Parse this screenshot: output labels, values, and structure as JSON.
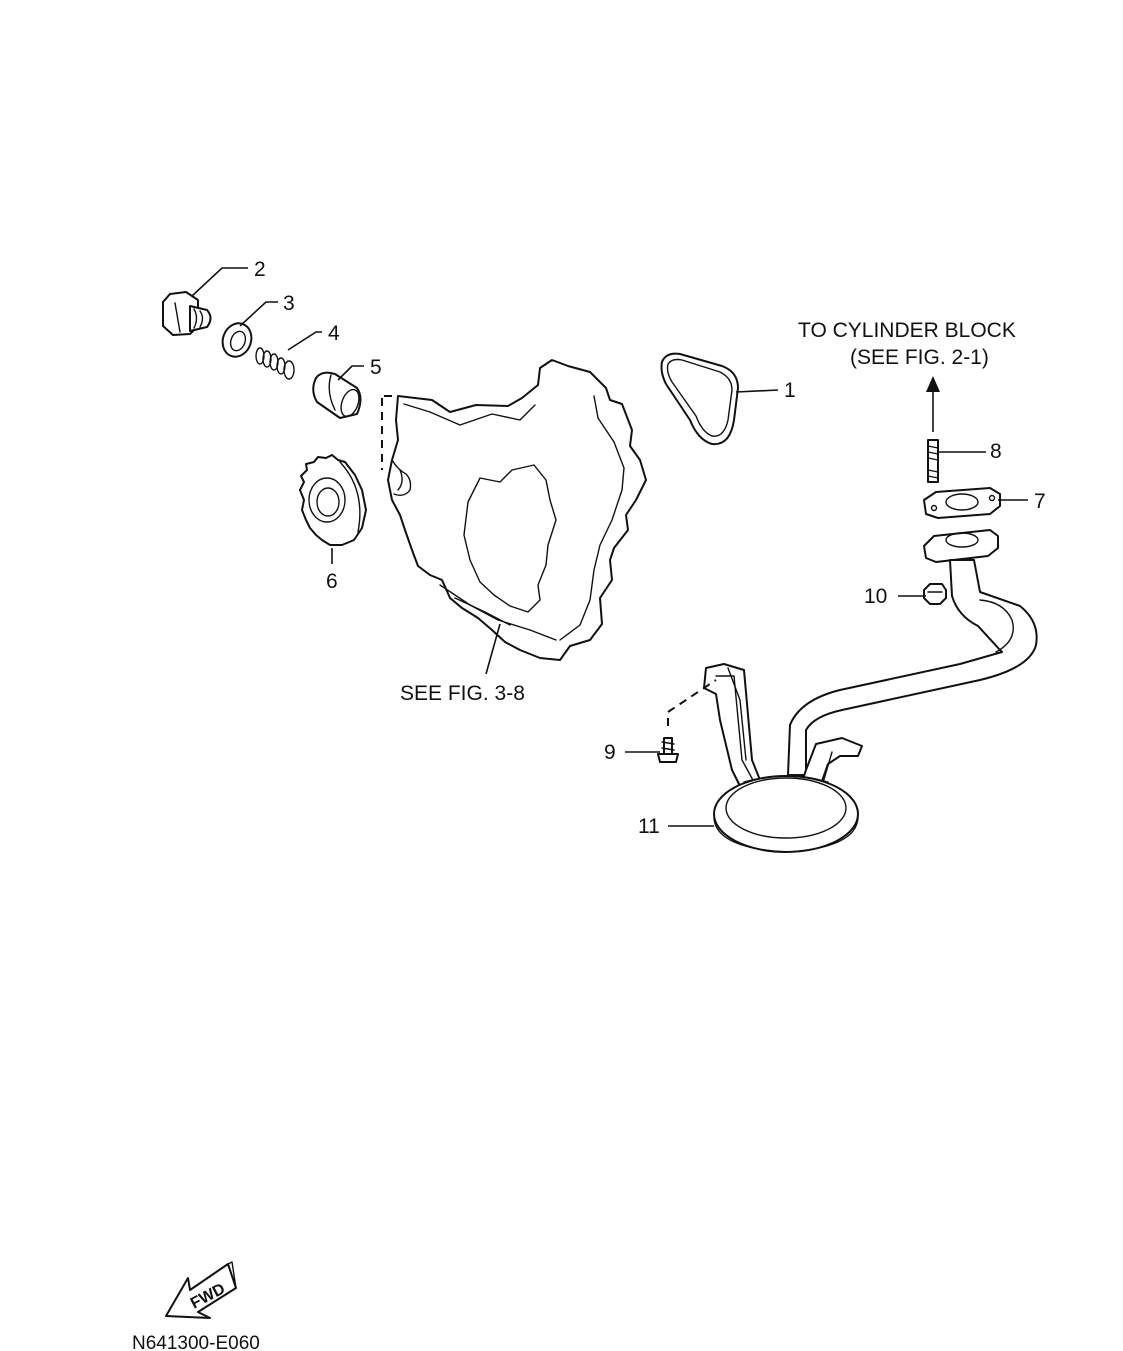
{
  "parts": [
    {
      "id": "1",
      "label": "1"
    },
    {
      "id": "2",
      "label": "2"
    },
    {
      "id": "3",
      "label": "3"
    },
    {
      "id": "4",
      "label": "4"
    },
    {
      "id": "5",
      "label": "5"
    },
    {
      "id": "6",
      "label": "6"
    },
    {
      "id": "7",
      "label": "7"
    },
    {
      "id": "8",
      "label": "8"
    },
    {
      "id": "9",
      "label": "9"
    },
    {
      "id": "10",
      "label": "10"
    },
    {
      "id": "11",
      "label": "11"
    }
  ],
  "references": {
    "cylinder_block_line1": "TO CYLINDER BLOCK",
    "cylinder_block_line2": "(SEE FIG. 2-1)",
    "see_fig": "SEE FIG. 3-8"
  },
  "fwd_label": "FWD",
  "figure_code": "N641300-E060"
}
